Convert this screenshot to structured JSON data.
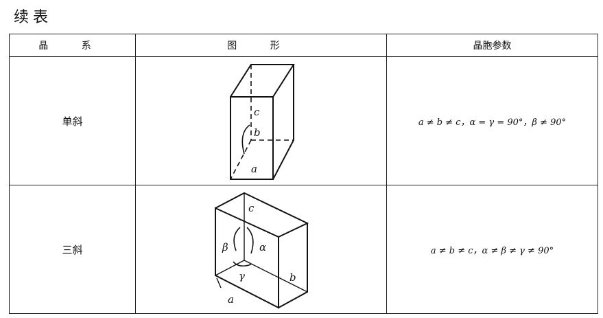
{
  "caption": "续表",
  "headers": {
    "system": "晶 系",
    "figure": "图 形",
    "params": "晶胞参数"
  },
  "rows": [
    {
      "system": "单斜",
      "params": "a ≠ b ≠ c，α = γ = 90°，β ≠ 90°",
      "labels": {
        "a": "a",
        "b": "b",
        "c": "c"
      }
    },
    {
      "system": "三斜",
      "params": "a ≠ b ≠ c，α ≠ β ≠ γ ≠ 90°",
      "labels": {
        "a": "a",
        "b": "b",
        "c": "c",
        "alpha": "α",
        "beta": "β",
        "gamma": "γ"
      }
    }
  ]
}
